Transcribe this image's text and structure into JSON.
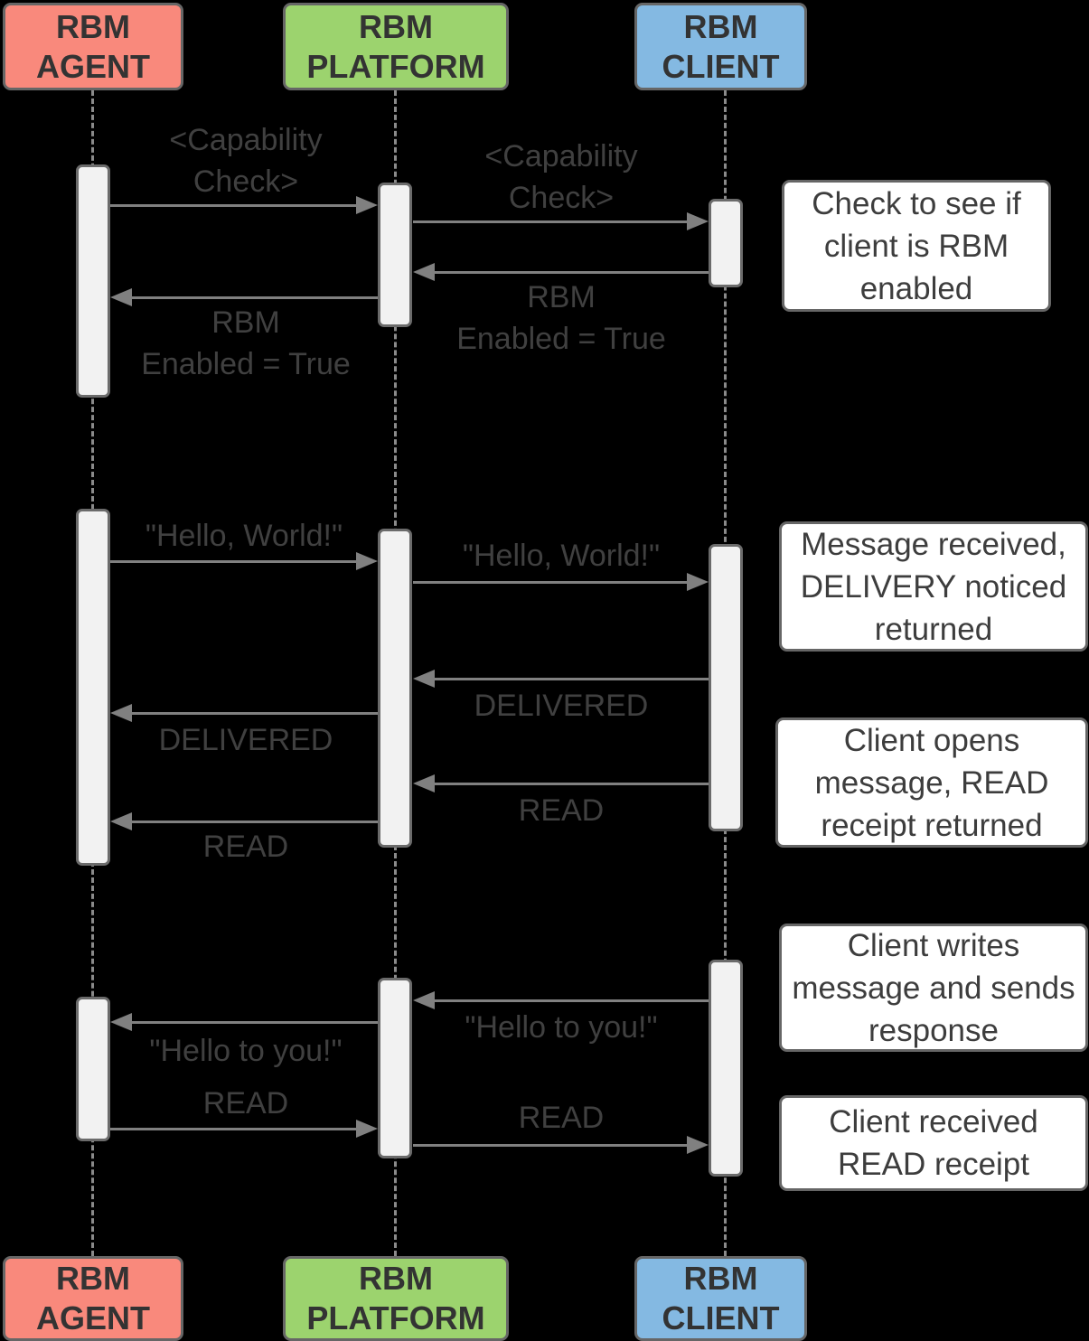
{
  "diagram_type": "sequence",
  "colors": {
    "background": "#000000",
    "agent_fill": "#F9897C",
    "platform_fill": "#9CD36E",
    "client_fill": "#84B9E2",
    "activation_fill": "#F2F2F2",
    "note_fill": "#FFFFFF",
    "border": "#666666",
    "arrow": "#808080",
    "lifeline": "#8A8A8A",
    "message_text": "#404040",
    "actor_text": "#333333"
  },
  "actors": [
    {
      "id": "rbm-agent",
      "label": "RBM\nAGENT",
      "fill": "#F9897C"
    },
    {
      "id": "rbm-platform",
      "label": "RBM\nPLATFORM",
      "fill": "#9CD36E"
    },
    {
      "id": "rbm-client",
      "label": "RBM\nCLIENT",
      "fill": "#84B9E2"
    }
  ],
  "messages": [
    {
      "from": "RBM AGENT",
      "to": "RBM PLATFORM",
      "label": "<Capability\nCheck>"
    },
    {
      "from": "RBM PLATFORM",
      "to": "RBM CLIENT",
      "label": "<Capability\nCheck>"
    },
    {
      "from": "RBM CLIENT",
      "to": "RBM PLATFORM",
      "label": "RBM\nEnabled = True"
    },
    {
      "from": "RBM PLATFORM",
      "to": "RBM AGENT",
      "label": "RBM\nEnabled = True"
    },
    {
      "from": "RBM AGENT",
      "to": "RBM PLATFORM",
      "label": "\"Hello, World!\""
    },
    {
      "from": "RBM PLATFORM",
      "to": "RBM CLIENT",
      "label": "\"Hello, World!\""
    },
    {
      "from": "RBM CLIENT",
      "to": "RBM PLATFORM",
      "label": "DELIVERED"
    },
    {
      "from": "RBM PLATFORM",
      "to": "RBM AGENT",
      "label": "DELIVERED"
    },
    {
      "from": "RBM CLIENT",
      "to": "RBM PLATFORM",
      "label": "READ"
    },
    {
      "from": "RBM PLATFORM",
      "to": "RBM AGENT",
      "label": "READ"
    },
    {
      "from": "RBM CLIENT",
      "to": "RBM PLATFORM",
      "label": "\"Hello to you!\""
    },
    {
      "from": "RBM PLATFORM",
      "to": "RBM AGENT",
      "label": "\"Hello to you!\""
    },
    {
      "from": "RBM AGENT",
      "to": "RBM PLATFORM",
      "label": "READ"
    },
    {
      "from": "RBM PLATFORM",
      "to": "RBM CLIENT",
      "label": "READ"
    }
  ],
  "notes": [
    {
      "text": "Check to see if\nclient is RBM\nenabled"
    },
    {
      "text": "Message received,\nDELIVERY noticed\nreturned"
    },
    {
      "text": "Client opens\nmessage, READ\nreceipt returned"
    },
    {
      "text": "Client writes\nmessage and sends\nresponse"
    },
    {
      "text": "Client received\nREAD receipt"
    }
  ]
}
